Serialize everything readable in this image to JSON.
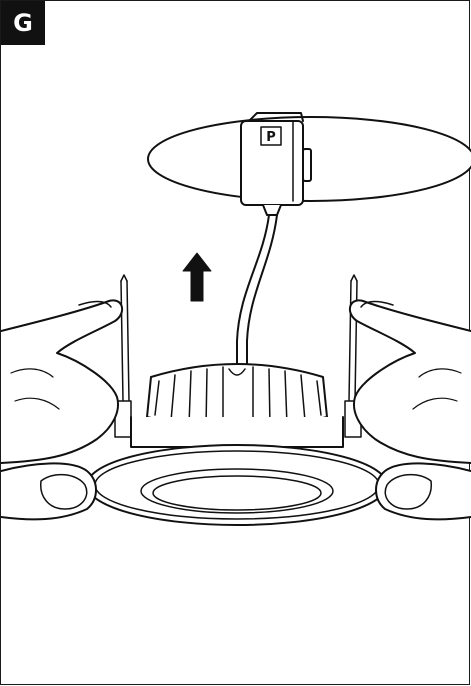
{
  "step": {
    "label": "G"
  },
  "connector": {
    "brand_letter": "P"
  },
  "arrow": {
    "direction": "up"
  },
  "colors": {
    "line": "#111111",
    "fill": "#ffffff",
    "badge_bg": "#111111",
    "badge_text": "#ffffff"
  }
}
